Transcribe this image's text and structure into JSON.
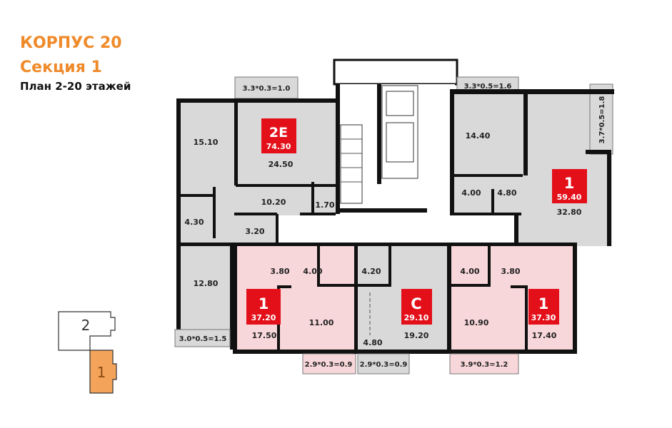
{
  "header": {
    "building": "КОРПУС 20",
    "section": "Секция 1",
    "plan": "План 2-20 этажей"
  },
  "colors": {
    "accent": "#ef8a2a",
    "badge": "#e3101a",
    "apartment_gray": "#d9d9d9",
    "apartment_pink": "#f8d7da"
  },
  "apartments": [
    {
      "type": "2E",
      "area": "74.30",
      "rooms": [
        "15.10",
        "24.50",
        "10.20",
        "1.70",
        "4.30",
        "3.20",
        "12.80"
      ],
      "balconies": [
        "3.3*0.3=1.0",
        "3.0*0.5=1.5"
      ]
    },
    {
      "type": "1",
      "area": "59.40",
      "rooms": [
        "14.40",
        "4.00",
        "4.80",
        "32.80"
      ],
      "balconies": [
        "3.3*0.5=1.6",
        "3.7*0.5=1.8"
      ]
    },
    {
      "type": "1",
      "area": "37.20",
      "rooms": [
        "3.80",
        "4.00",
        "17.50",
        "11.00"
      ],
      "balconies": [
        "2.9*0.3=0.9"
      ]
    },
    {
      "type": "C",
      "area": "29.10",
      "rooms": [
        "4.20",
        "19.20",
        "4.80"
      ],
      "balconies": [
        "2.9*0.3=0.9"
      ]
    },
    {
      "type": "1",
      "area": "37.30",
      "rooms": [
        "4.00",
        "3.80",
        "10.90",
        "17.40"
      ],
      "balconies": [
        "3.9*0.3=1.2"
      ]
    }
  ],
  "minimap": {
    "sections": [
      "2",
      "1"
    ],
    "selected": "1"
  }
}
